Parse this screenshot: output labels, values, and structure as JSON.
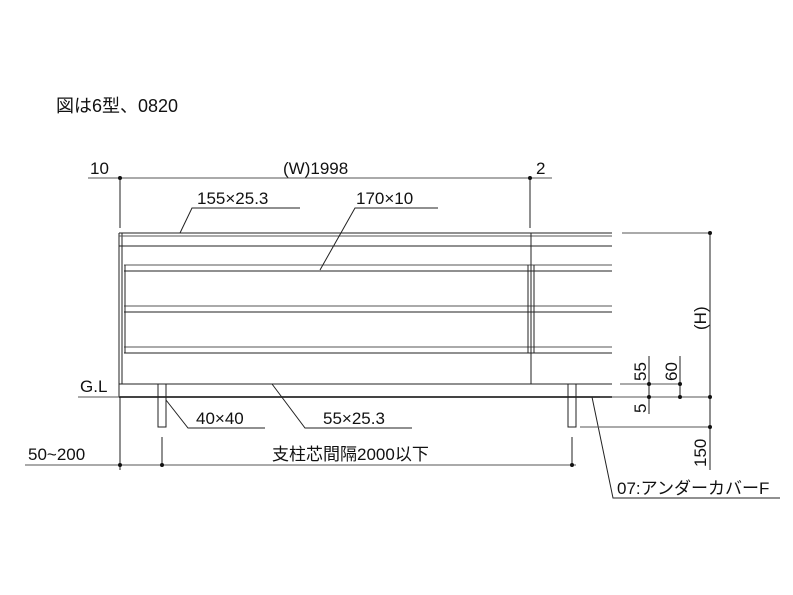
{
  "title": "図は6型、0820",
  "dimensions": {
    "left_offset": "10",
    "width": "(W)1998",
    "right_offset": "2",
    "height": "(H)",
    "dim_55": "55",
    "dim_60": "60",
    "dim_5": "5",
    "dim_150": "150",
    "embed_range": "50~200",
    "post_spacing": "支柱芯間隔2000以下"
  },
  "labels": {
    "top_rail": "155×25.3",
    "slat": "170×10",
    "post": "40×40",
    "bottom_rail": "55×25.3",
    "ground_line": "G.L",
    "under_cover": "07:アンダーカバーF"
  }
}
